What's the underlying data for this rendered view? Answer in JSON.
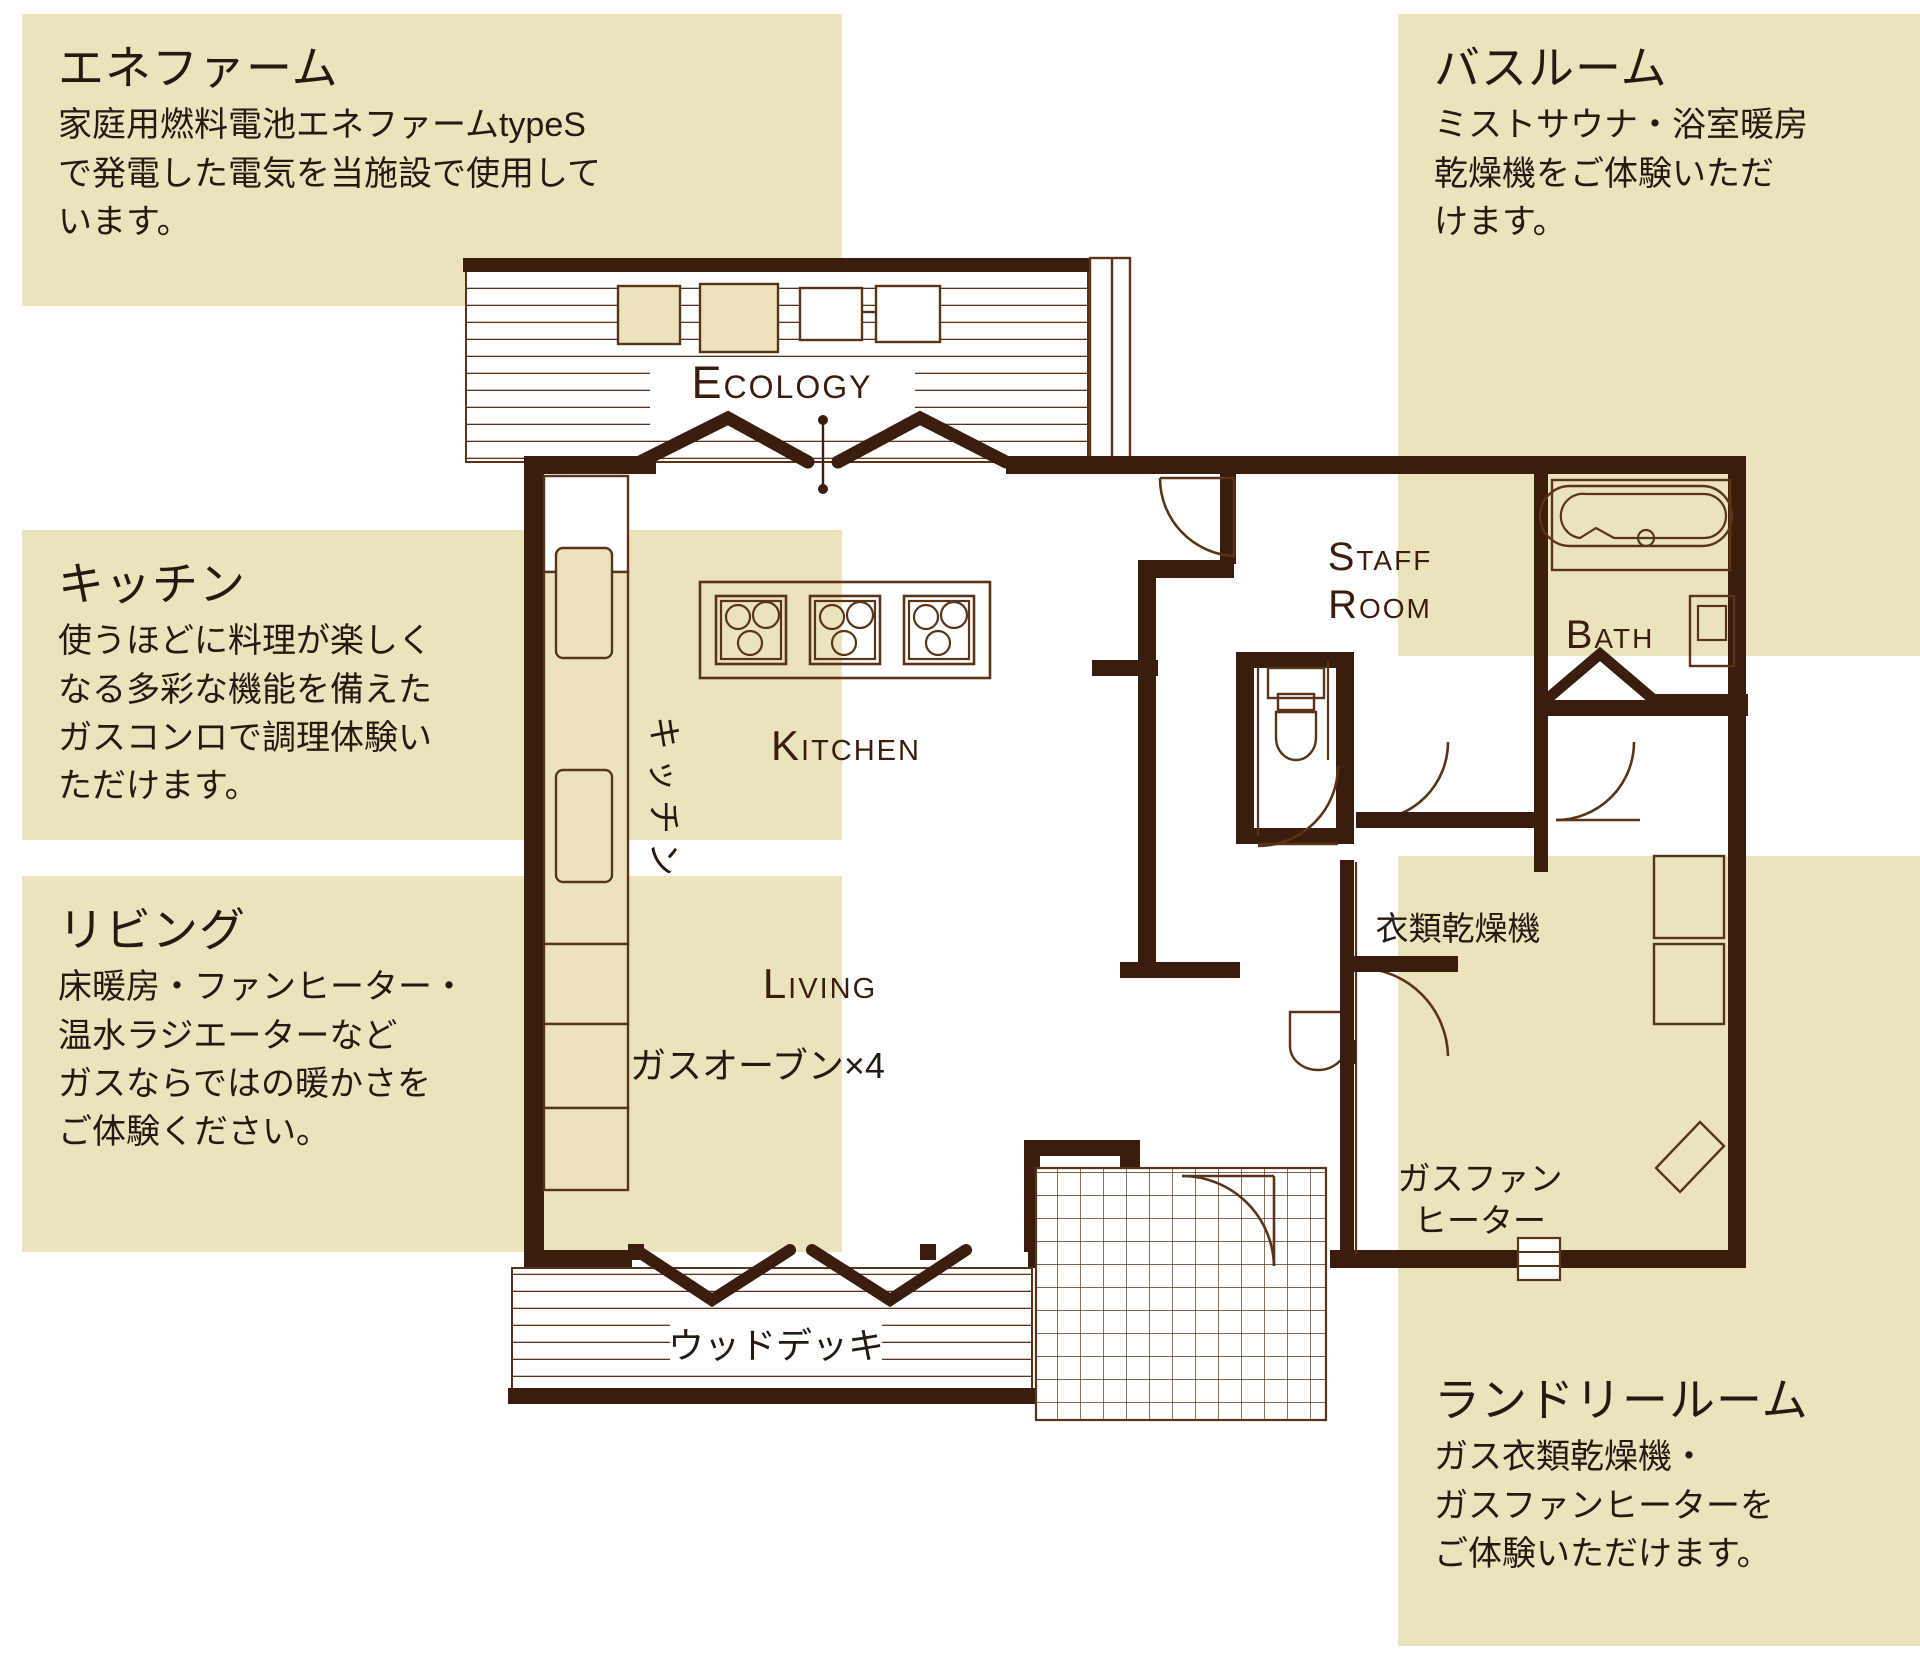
{
  "page": {
    "kind": "floor-plan",
    "colors": {
      "callout_bg": "#ebe3bc",
      "wall": "#3b1d0e",
      "floor_fill": "#ece3bd",
      "line": "#5a3418",
      "text": "#231a12",
      "paper": "#ffffff"
    }
  },
  "callouts": [
    {
      "id": "enefarm",
      "title": "エネファーム",
      "body": "家庭用燃料電池エネファームtypeS\nで発電した電気を当施設で使用して\nいます。"
    },
    {
      "id": "kitchen",
      "title": "キッチン",
      "body": "使うほどに料理が楽しく\nなる多彩な機能を備えた\nガスコンロで調理体験い\nただけます。"
    },
    {
      "id": "living",
      "title": "リビング",
      "body": "床暖房・ファンヒーター・\n温水ラジエーターなど\nガスならではの暖かさを\nご体験ください。"
    },
    {
      "id": "bathroom",
      "title": "バスルーム",
      "body": "ミストサウナ・浴室暖房\n乾燥機をご体験いただ\nけます。"
    },
    {
      "id": "laundry",
      "title": "ランドリールーム",
      "body": "ガス衣類乾燥機・\nガスファンヒーターを\nご体験いただけます。"
    }
  ],
  "plan_labels": {
    "ecology": "Ecology",
    "kitchen_en": "Kitchen",
    "kitchen_jp": "キッチン",
    "living_en": "Living",
    "gas_oven": "ガスオーブン×4",
    "staff_room_line1": "Staff",
    "staff_room_line2": "Room",
    "bath_en": "Bath",
    "clothes_dryer": "衣類乾燥機",
    "gas_fan_heater_line1": "ガスファン",
    "gas_fan_heater_line2": "ヒーター",
    "wood_deck": "ウッドデッキ"
  }
}
